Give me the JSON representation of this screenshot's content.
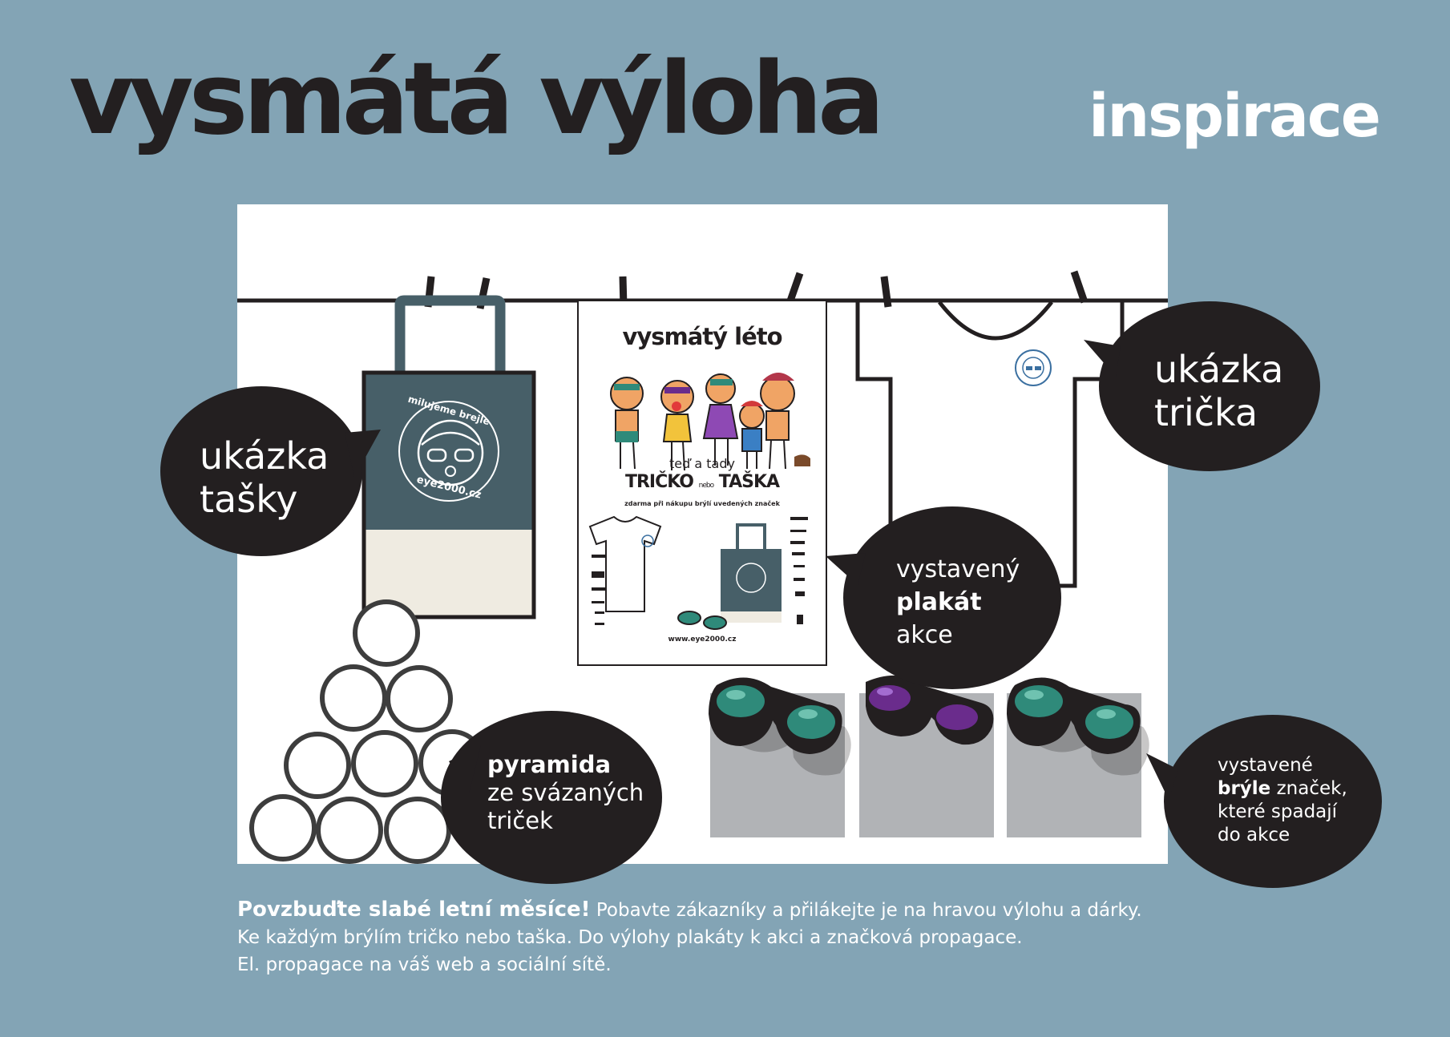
{
  "header": {
    "title": "vysmátá výloha",
    "subtitle": "inspirace"
  },
  "poster": {
    "heading": "vysmátý léto",
    "tagline": "teď a tady",
    "tricko": "TRIČKO",
    "nebo": "nebo",
    "taska": "TAŠKA",
    "note": "zdarma při nákupu brýlí uvedených značek",
    "url": "www.eye2000.cz"
  },
  "logo": {
    "top_text": "milujeme brejle",
    "bottom_text": "eye2000.cz"
  },
  "bubbles": {
    "bag": {
      "line1": "ukázka",
      "line2": "tašky"
    },
    "shirt": {
      "line1": "ukázka",
      "line2": "trička"
    },
    "poster": {
      "line1": "vystavený",
      "line2": "plakát",
      "line3": "akce"
    },
    "pyramid": {
      "line1": "pyramida",
      "line2": "ze svázaných",
      "line3": "triček"
    },
    "glasses": {
      "line1": "vystavené",
      "line2_bold": "brýle",
      "line2_rest": " značek,",
      "line3": "které spadají",
      "line4": "do akce"
    }
  },
  "footer": {
    "lead": "Povzbuďte slabé letní měsíce!",
    "line1_rest": " Pobavte zákazníky a přilákejte je na hravou výlohu a dárky.",
    "line2": "Ke každým brýlím tričko nebo taška. Do výlohy plakáty k akci a značková propagace.",
    "line3": "El. propagace na váš web a sociální sítě."
  },
  "colors": {
    "background": "#83a4b5",
    "dark": "#231f20",
    "bag": "#475f68",
    "bag_bottom": "#efebe1",
    "lens_green": "#2f8a7a",
    "lens_purple": "#6a2c8c",
    "grey_box": "#b1b3b6"
  }
}
